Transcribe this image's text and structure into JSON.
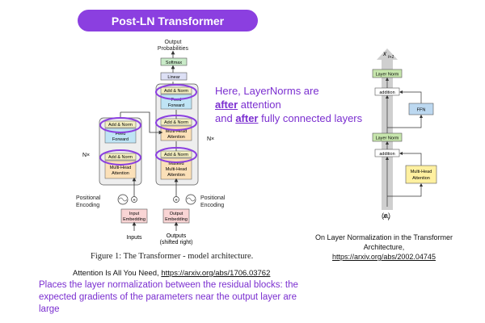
{
  "title": "Post-LN Transformer",
  "callout": {
    "line1": "Here, LayerNorms are",
    "after1": "after",
    "line2_rest": " attention",
    "line3_pre": "and ",
    "after2": "after",
    "line3_rest": " fully connected layers"
  },
  "transformer": {
    "output_label": "Output",
    "output_label2": "Probabilities",
    "softmax": "Softmax",
    "linear": "Linear",
    "add_norm": "Add & Norm",
    "feed_forward_1": "Feed",
    "feed_forward_2": "Forward",
    "mha_1": "Multi-Head",
    "mha_2": "Attention",
    "masked_1": "Masked",
    "masked_2": "Multi-Head",
    "masked_3": "Attention",
    "nx": "N×",
    "pos_enc_1": "Positional",
    "pos_enc_2": "Encoding",
    "input_emb_1": "Input",
    "input_emb_2": "Embedding",
    "output_emb_1": "Output",
    "output_emb_2": "Embedding",
    "inputs": "Inputs",
    "outputs_1": "Outputs",
    "outputs_2": "(shifted right)"
  },
  "figure_caption": "Figure 1: The Transformer - model architecture.",
  "ref1_text": "Attention Is All You Need, ",
  "ref1_link": "https://arxiv.org/abs/1706.03762",
  "bottom_note": "Places the layer normalization between the residual blocks: the expected gradients of the parameters near the output layer are large",
  "right_diagram": {
    "x_top": "x",
    "x_top_sub": "l+1",
    "layer_norm": "Layer Norm",
    "addition": "addition",
    "ffn": "FFN",
    "mha_1": "Multi-Head",
    "mha_2": "Attention",
    "x_bottom": "x",
    "x_bottom_sub": "l",
    "panel_label": "(a)"
  },
  "ref2_text": "On Layer Normalization in the Transformer Architecture,",
  "ref2_link": "https://arxiv.org/abs/2002.04745",
  "colors": {
    "accent": "#8b3fe0",
    "add_norm": "#f3eec0",
    "feed_forward": "#bfe4f5",
    "attention": "#fbe0b8",
    "embedding": "#f9d5d5",
    "linear": "#dde0f5",
    "softmax": "#c9ebc8",
    "layer_norm": "#c7e6ad",
    "ffn": "#bcd8f0",
    "mha_right": "#fff0a0"
  }
}
